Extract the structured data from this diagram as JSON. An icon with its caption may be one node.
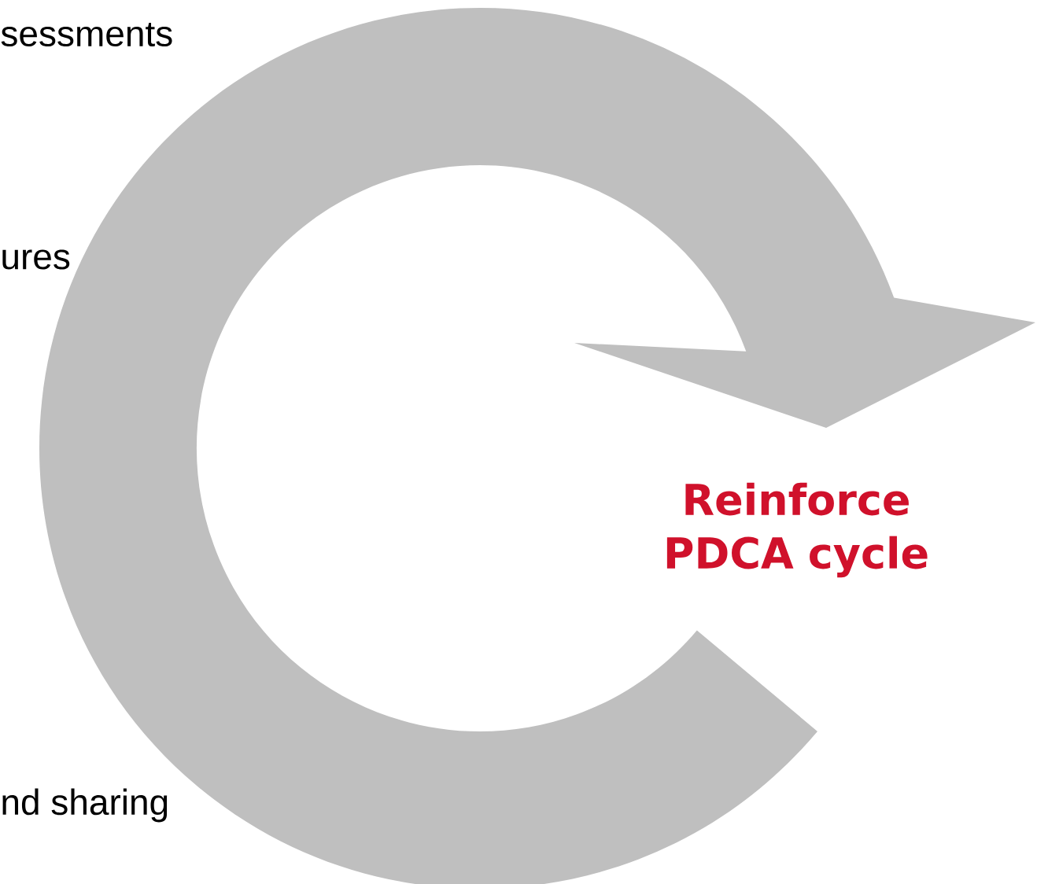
{
  "diagram": {
    "labels": [
      "sessments",
      "ures",
      "Reinforce PDCA cycle",
      "nd sharing"
    ]
  }
}
